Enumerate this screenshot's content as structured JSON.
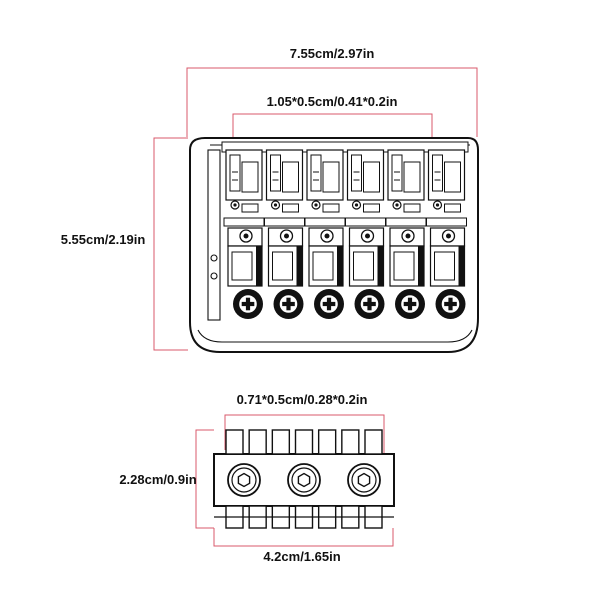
{
  "colors": {
    "dimension_line": "#d9596b",
    "outline": "#111111",
    "background": "#ffffff"
  },
  "bridge_top": {
    "overall_width_label": "7.55cm/2.97in",
    "saddle_size_label": "1.05*0.5cm/0.41*0.2in",
    "height_label": "5.55cm/2.19in",
    "saddle_count": 6
  },
  "bridge_bottom": {
    "saddle_size_label": "0.71*0.5cm/0.28*0.2in",
    "height_label": "2.28cm/0.9in",
    "width_label": "4.2cm/1.65in",
    "screw_count": 3,
    "tooth_count": 7
  }
}
